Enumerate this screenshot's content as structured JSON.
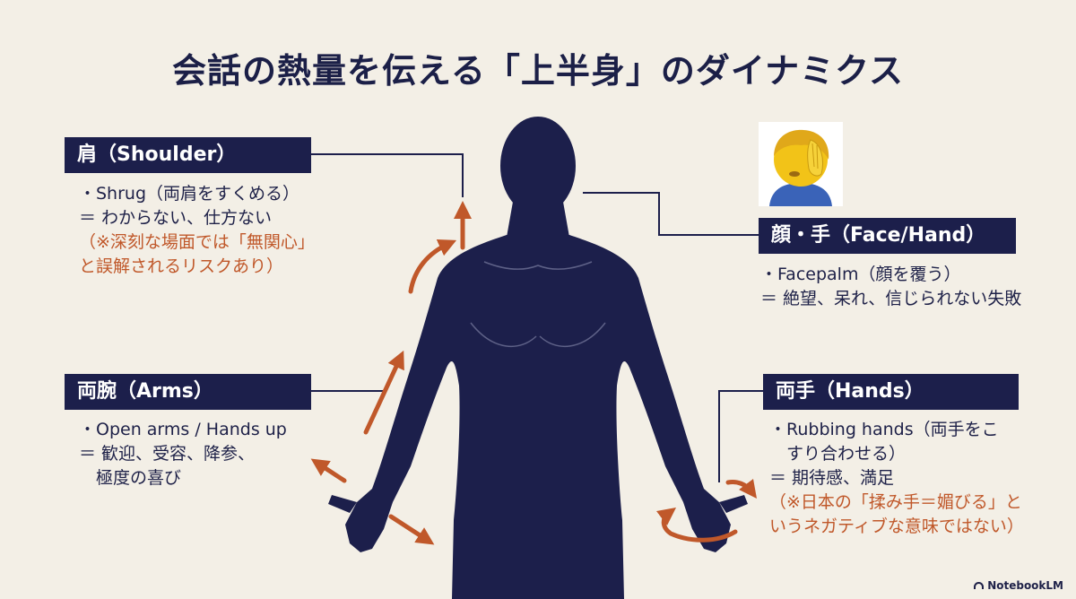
{
  "title": "会話の熱量を伝える「上半身」のダイナミクス",
  "sections": {
    "shoulder": {
      "label": "肩（Shoulder）",
      "lines": [
        "・Shrug（両肩をすくめる）",
        "＝ わからない、仕方ない"
      ],
      "notes": [
        "（※深刻な場面では「無関心」",
        "と誤解されるリスクあり）"
      ]
    },
    "face": {
      "label": "顔・手（Face/Hand）",
      "lines": [
        "・Facepalm（顔を覆う）",
        "＝ 絶望、呆れ、信じられない失敗"
      ],
      "icon": "facepalm-emoji-icon"
    },
    "arms": {
      "label": "両腕（Arms）",
      "lines": [
        "・Open arms / Hands up",
        "＝ 歓迎、受容、降参、",
        "　極度の喜び"
      ]
    },
    "hands": {
      "label": "両手（Hands）",
      "lines": [
        "・Rubbing hands（両手をこ",
        "　すり合わせる）",
        "＝ 期待感、満足"
      ],
      "notes": [
        "（※日本の「揉み手＝媚びる」と",
        "いうネガティブな意味ではない）"
      ]
    }
  },
  "brand": "NotebookLM",
  "colors": {
    "background": "#f3efe6",
    "navy": "#1c1f4b",
    "accent": "#c0582a"
  }
}
